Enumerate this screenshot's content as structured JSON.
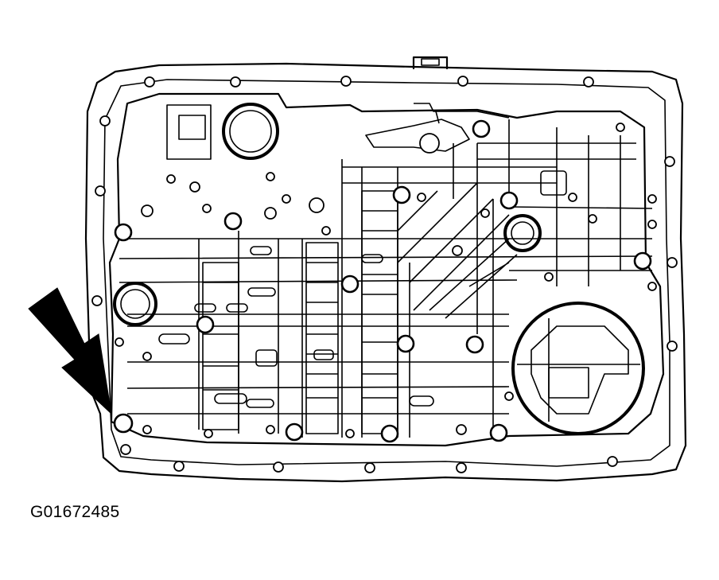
{
  "figure": {
    "id_label": "G01672485",
    "subject": "valve-body-outline",
    "indicator": "arrow-pointing-to-lower-left-bolt",
    "colors": {
      "ink": "#000000",
      "paper": "#ffffff"
    }
  }
}
